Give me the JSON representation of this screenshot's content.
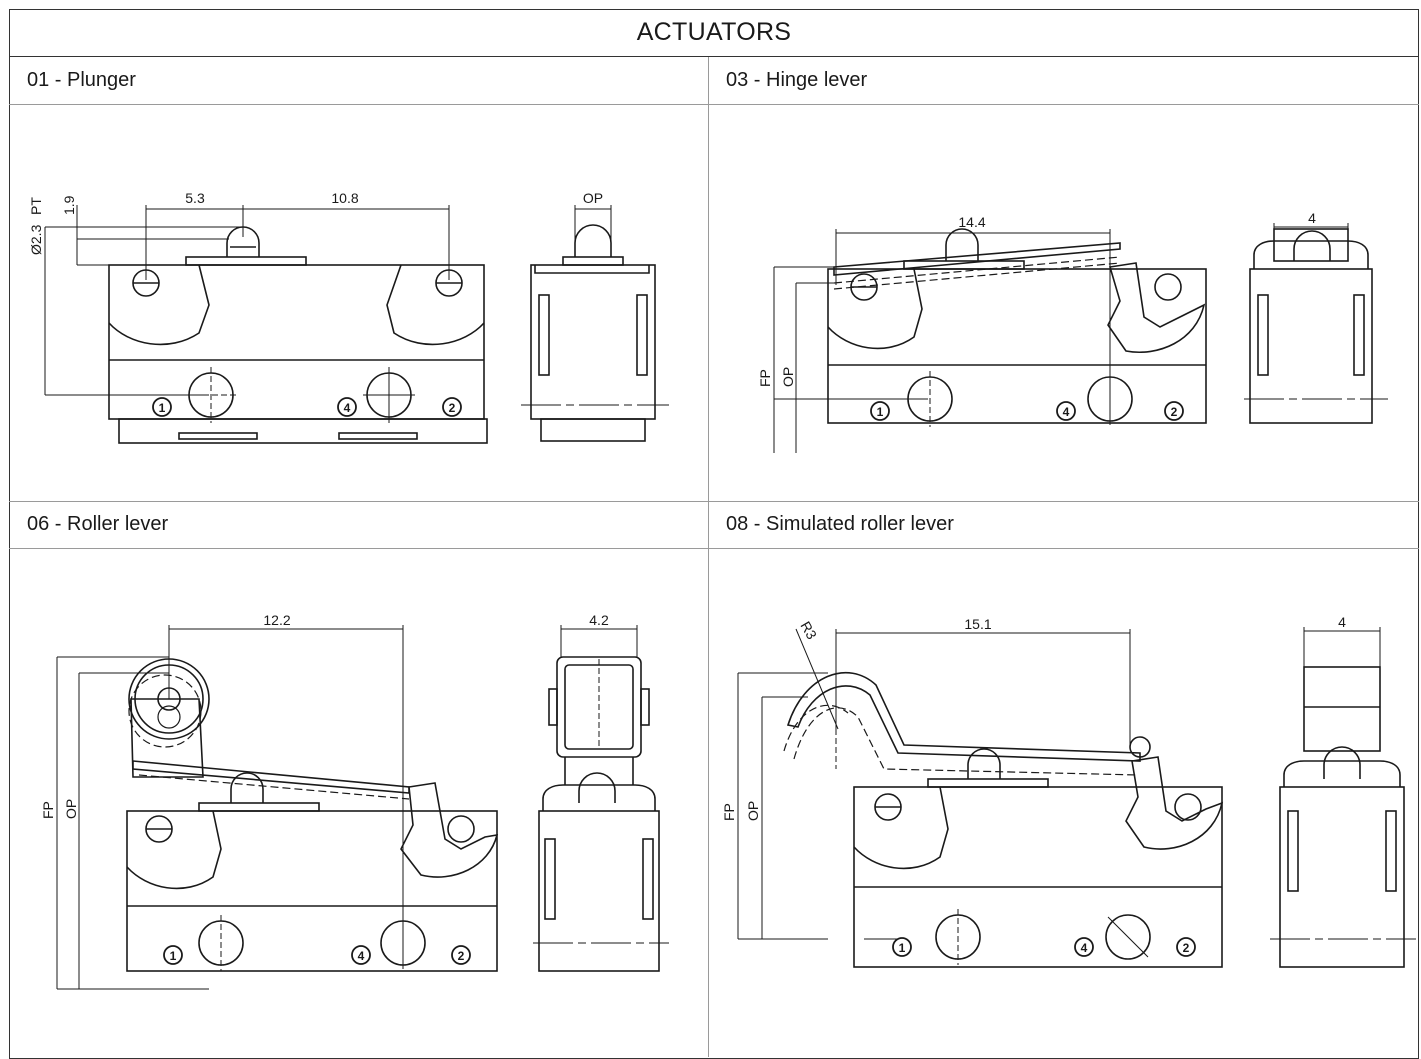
{
  "title": "ACTUATORS",
  "panels": [
    {
      "label": "01 - Plunger",
      "dims": [
        "5.3",
        "10.8",
        "Ø2.3",
        "PT",
        "1.9",
        "OP"
      ]
    },
    {
      "label": "03 - Hinge lever",
      "dims": [
        "14.4",
        "4",
        "FP",
        "OP"
      ]
    },
    {
      "label": "06 - Roller lever",
      "dims": [
        "12.2",
        "4.2",
        "FP",
        "OP"
      ]
    },
    {
      "label": "08 - Simulated roller lever",
      "dims": [
        "15.1",
        "4",
        "R3",
        "FP",
        "OP"
      ]
    }
  ],
  "terminals": [
    "1",
    "4",
    "2"
  ],
  "colors": {
    "ink": "#1a1a1a",
    "frame": "#333333",
    "divider": "#9a9a9a"
  }
}
